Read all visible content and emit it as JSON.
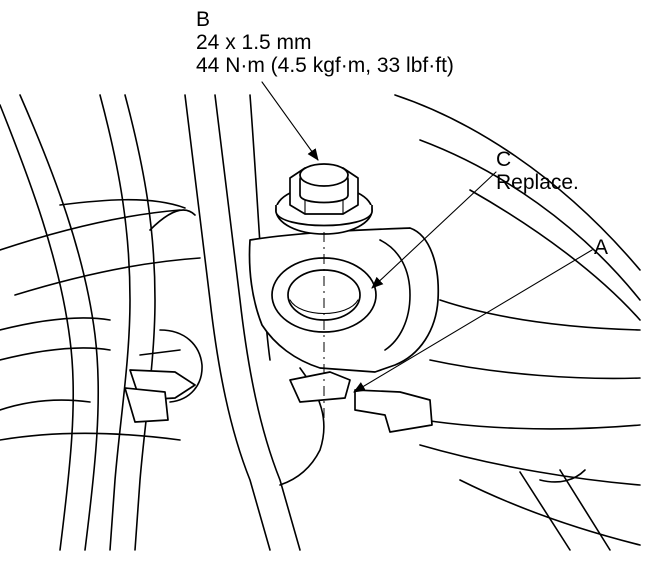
{
  "labels": {
    "b": {
      "letter": "B",
      "size": "24 x 1.5 mm",
      "torque": "44 N·m (4.5 kgf·m, 33 lbf·ft)"
    },
    "c": {
      "letter": "C",
      "note": "Replace."
    },
    "a": {
      "letter": "A"
    }
  }
}
